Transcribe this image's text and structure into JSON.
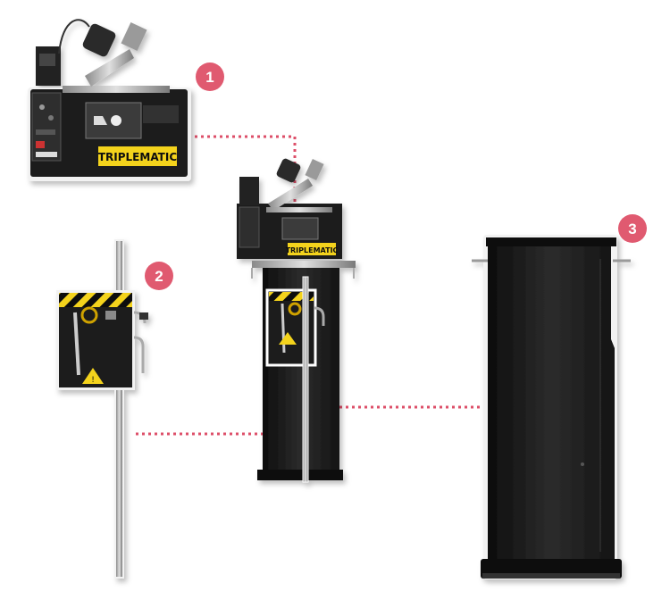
{
  "badges": [
    {
      "number": "1"
    },
    {
      "number": "2"
    },
    {
      "number": "3"
    }
  ],
  "logo": {
    "text": "TRIPLEMATIC"
  },
  "colors": {
    "badge": "#e05a70",
    "connector": "#dd4f69",
    "machine_body": "#1d1d1d",
    "caution_yellow": "#f4d31a",
    "frame_silver": "#b8b8b8"
  },
  "icons": [
    "machine-head-1",
    "column-assembly-2",
    "cabinet-3",
    "assembled-machine"
  ]
}
